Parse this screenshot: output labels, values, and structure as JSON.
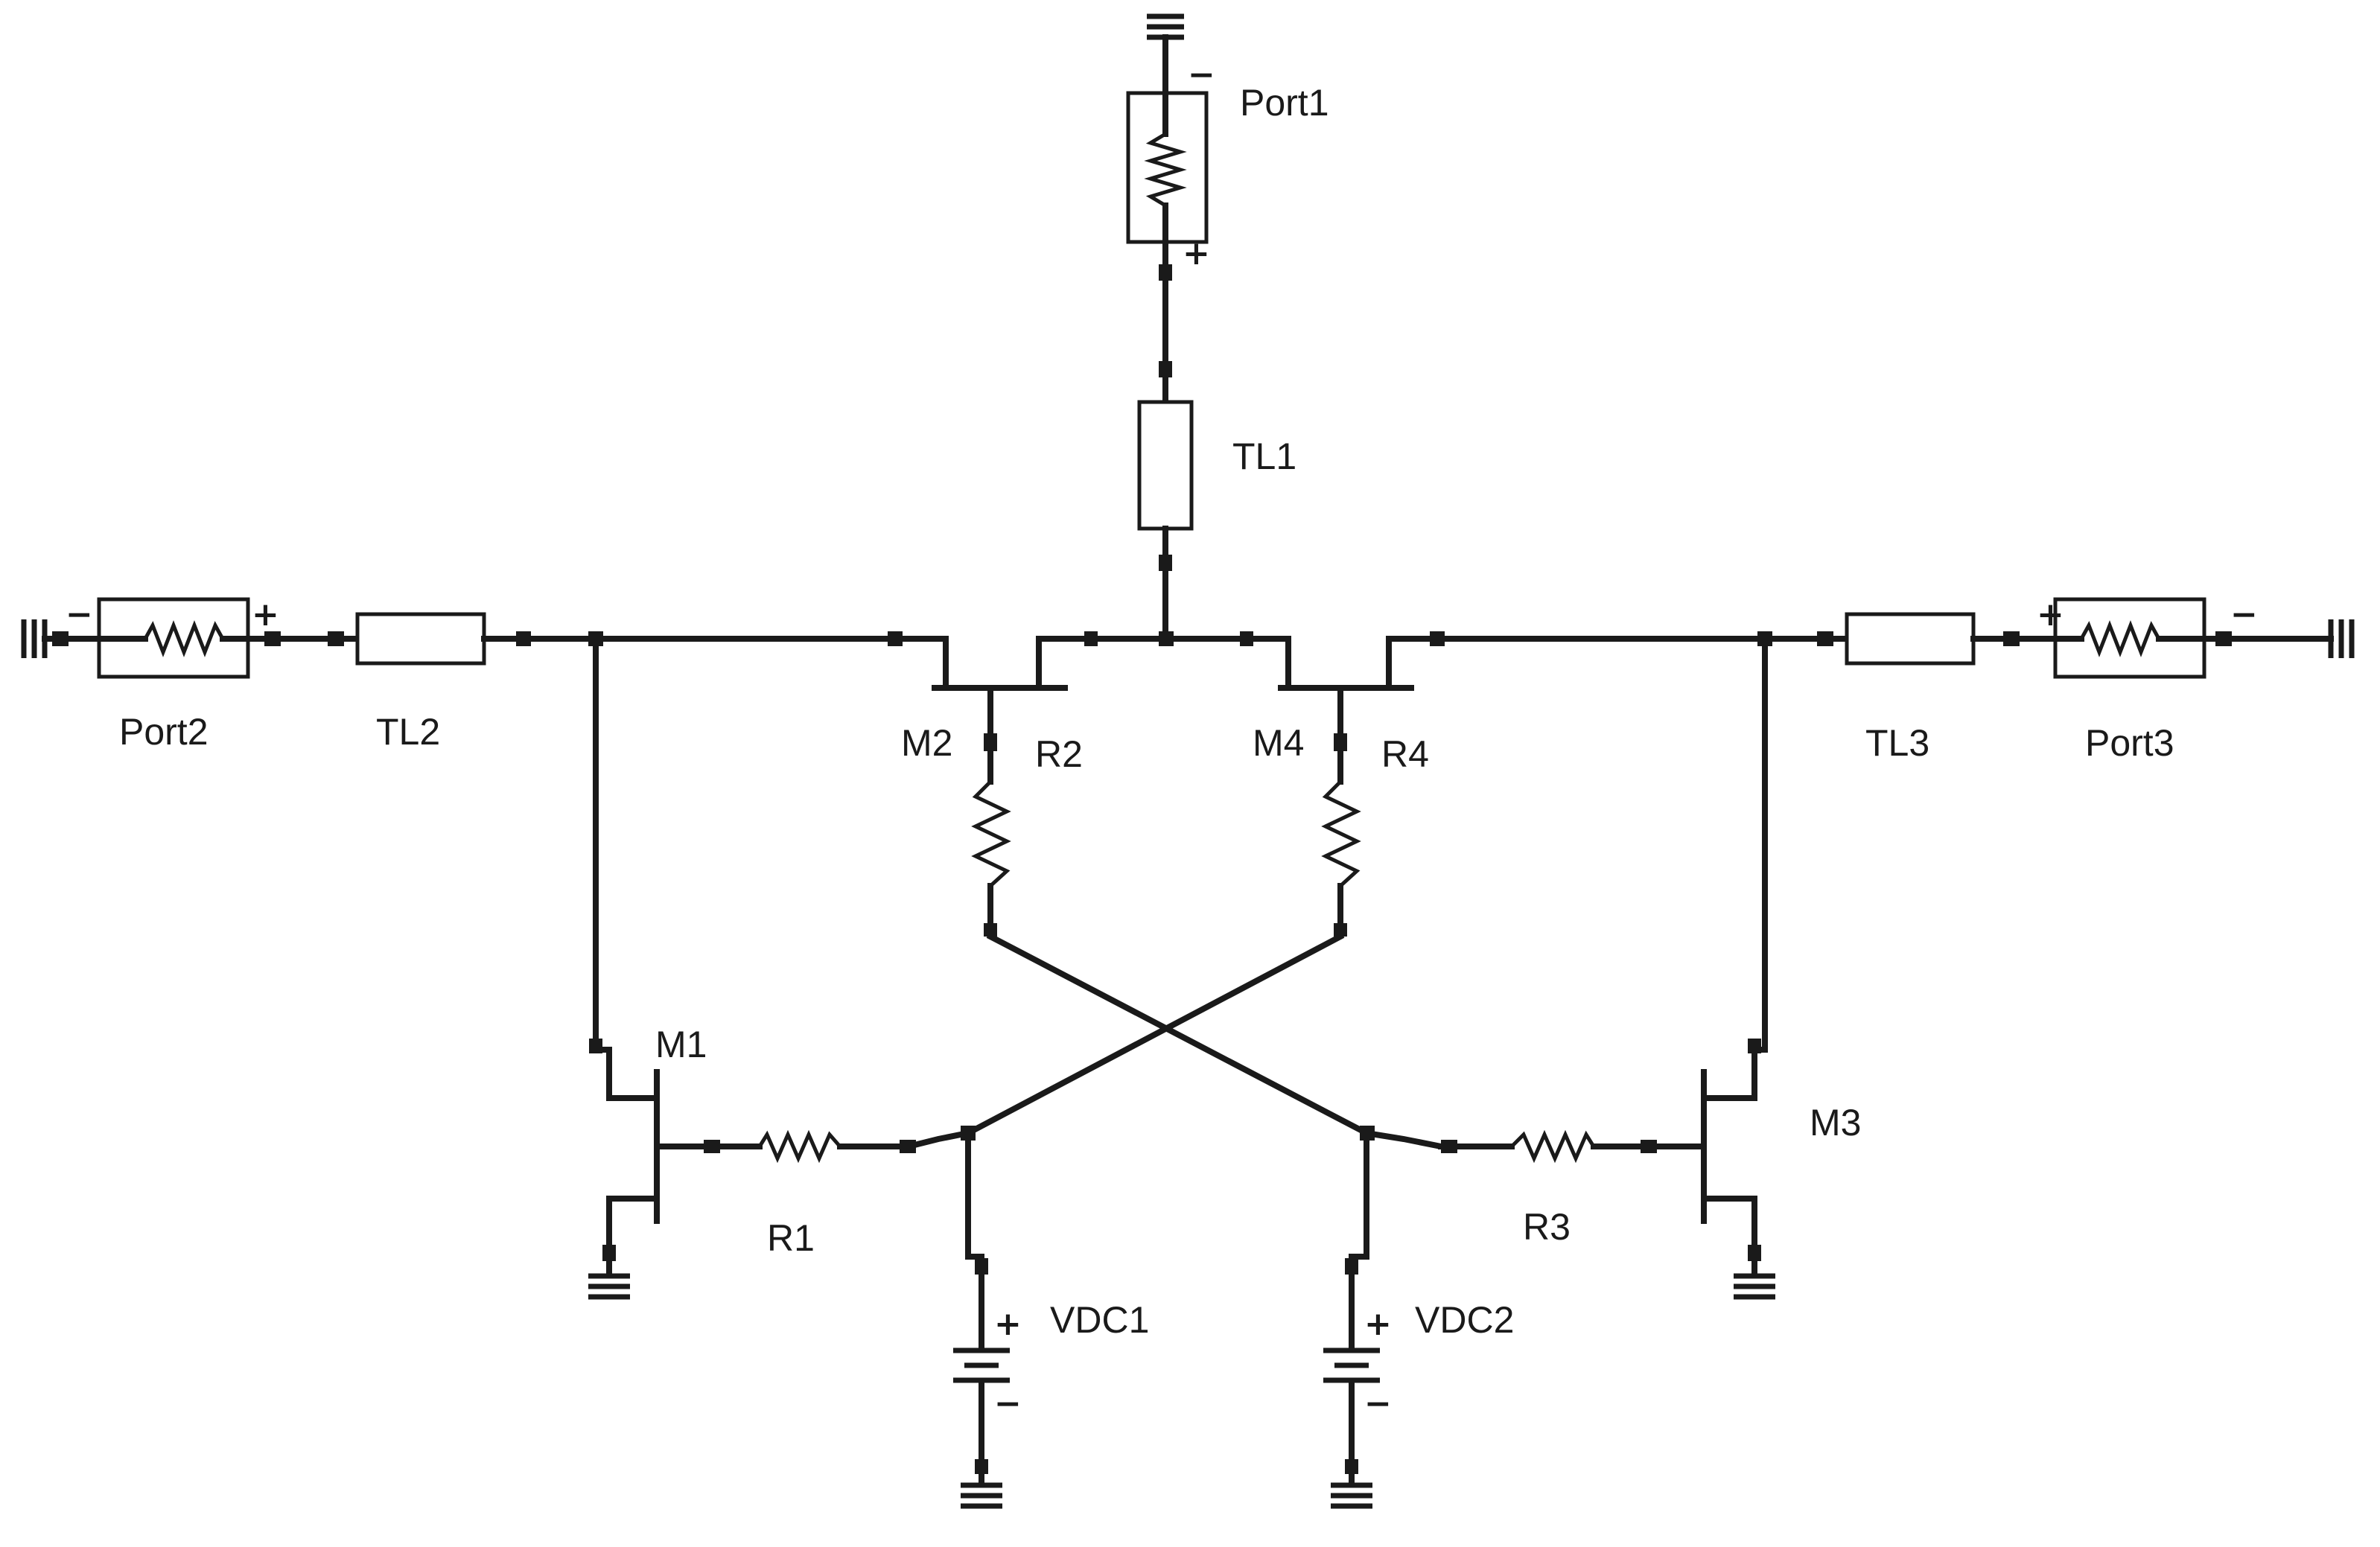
{
  "diagram": {
    "components": {
      "port1": "Port1",
      "port2": "Port2",
      "port3": "Port3",
      "tl1": "TL1",
      "tl2": "TL2",
      "tl3": "TL3",
      "m1": "M1",
      "m2": "M2",
      "m3": "M3",
      "m4": "M4",
      "r1": "R1",
      "r2": "R2",
      "r3": "R3",
      "r4": "R4",
      "vdc1": "VDC1",
      "vdc2": "VDC2"
    },
    "polarity": {
      "plus": "+",
      "minus": "−"
    },
    "colors": {
      "ink": "#1a1a1a",
      "background": "#ffffff"
    }
  }
}
